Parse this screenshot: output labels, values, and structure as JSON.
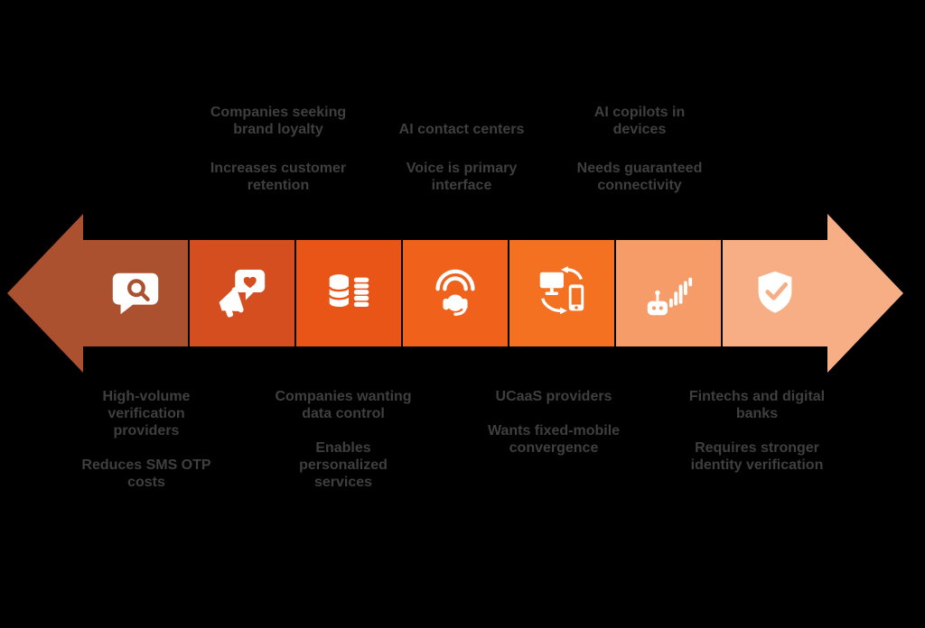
{
  "canvas": {
    "background": "#000000",
    "text_color": "#3f3f3f"
  },
  "timeline": {
    "left_arrow_color": "#ac5130",
    "right_arrow_color": "#f7ae85",
    "segments": [
      {
        "icon": "chat-search-icon",
        "color": "#ac5130"
      },
      {
        "icon": "megaphone-heart-icon",
        "color": "#d54e1f"
      },
      {
        "icon": "data-stacks-icon",
        "color": "#e85517"
      },
      {
        "icon": "headset-signal-icon",
        "color": "#f0611b"
      },
      {
        "icon": "screen-phone-exchange-icon",
        "color": "#f37121"
      },
      {
        "icon": "robot-voicewave-icon",
        "color": "#f69c69"
      },
      {
        "icon": "shield-check-icon",
        "color": "#f7ae85"
      }
    ]
  },
  "top_labels": [
    {
      "title": "Companies seeking\nbrand loyalty",
      "subtitle": "Increases customer\nretention"
    },
    {
      "title": "AI contact centers",
      "subtitle": "Voice is primary\ninterface"
    },
    {
      "title": "AI copilots in\ndevices",
      "subtitle": "Needs guaranteed\nconnectivity"
    }
  ],
  "bottom_labels": [
    {
      "title": "High-volume\nverification\nproviders",
      "subtitle": "Reduces SMS OTP\ncosts"
    },
    {
      "title": "Companies wanting\ndata control",
      "subtitle": "Enables\npersonalized\nservices"
    },
    {
      "title": "UCaaS providers",
      "subtitle": "Wants fixed-mobile\nconvergence"
    },
    {
      "title": "Fintechs and digital\nbanks",
      "subtitle": "Requires stronger\nidentity verification"
    }
  ]
}
